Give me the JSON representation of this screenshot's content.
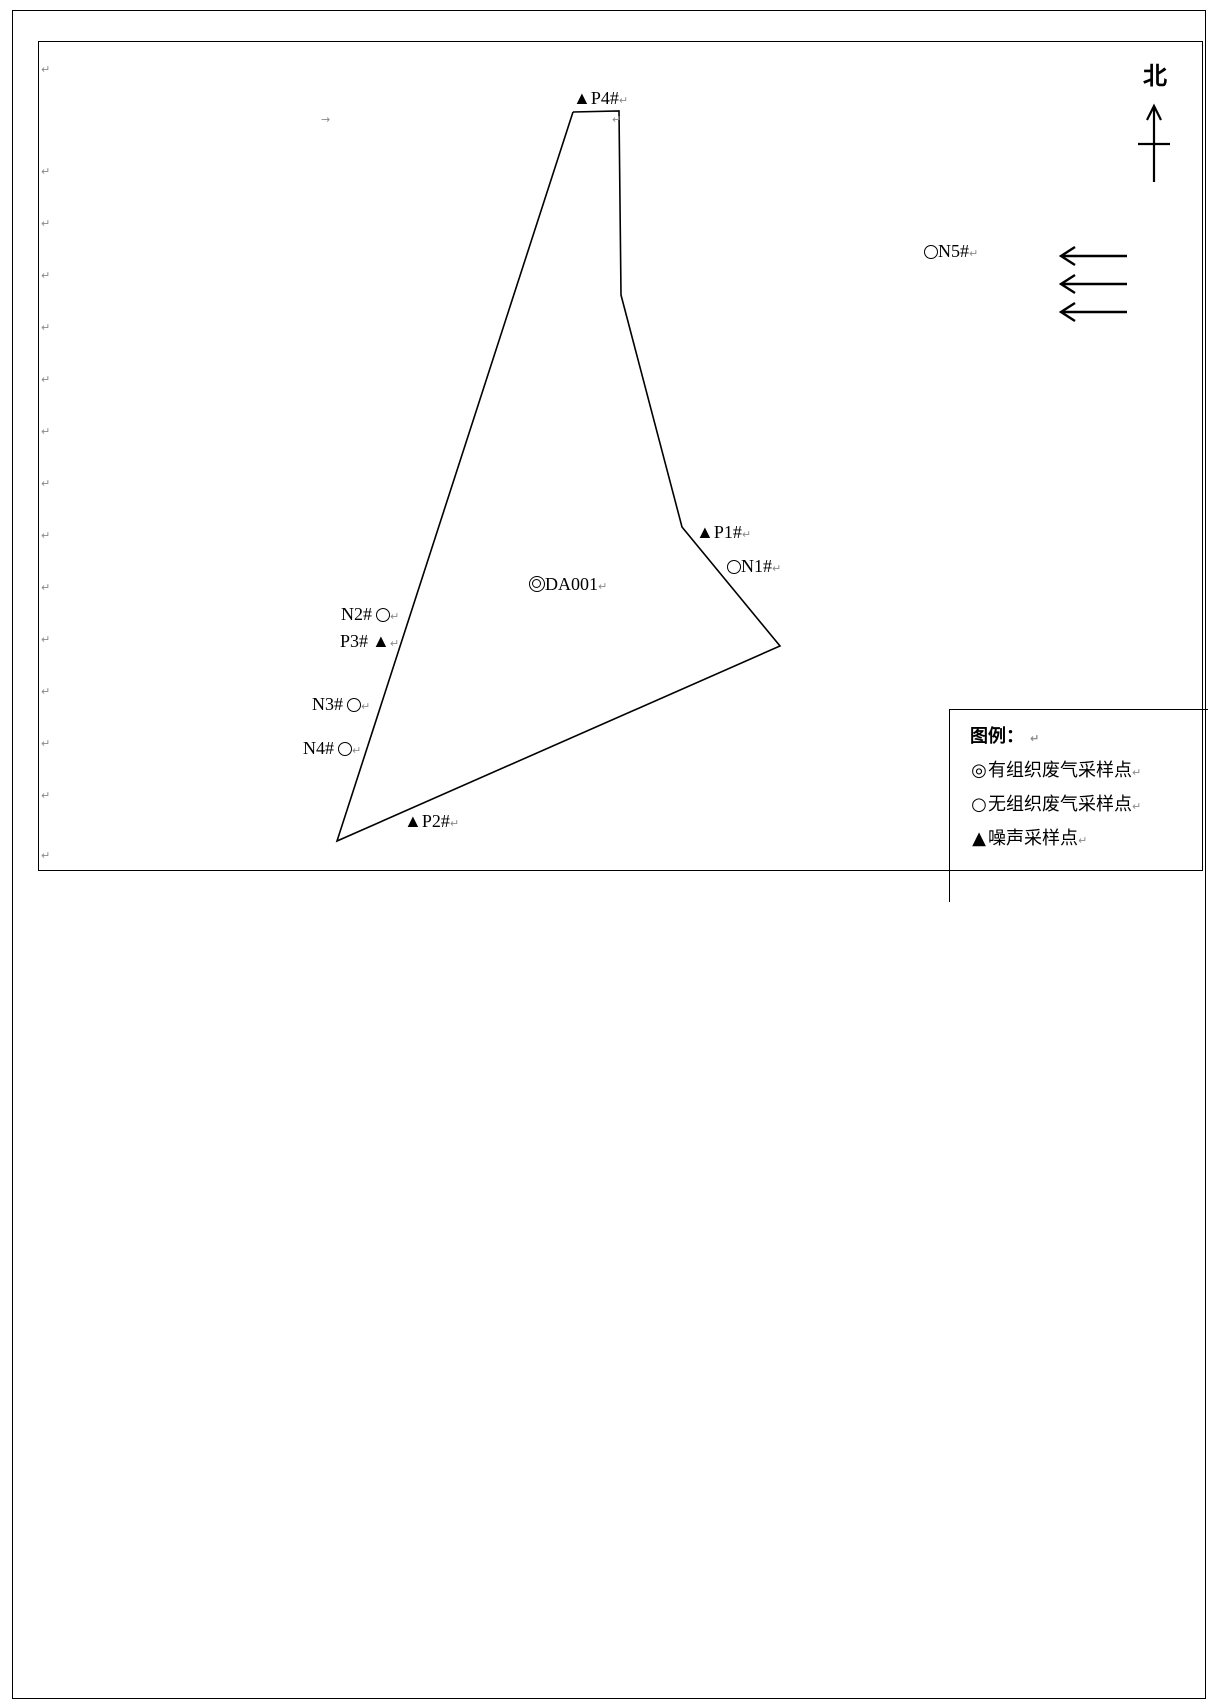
{
  "map": {
    "points": [
      {
        "id": "P4",
        "label": "P4#",
        "symbol": "triangle"
      },
      {
        "id": "P1",
        "label": "P1#",
        "symbol": "triangle"
      },
      {
        "id": "N1",
        "label": "N1#",
        "symbol": "circle"
      },
      {
        "id": "DA001",
        "label": "DA001",
        "symbol": "double-circle"
      },
      {
        "id": "N2",
        "label": "N2#",
        "symbol": "circle"
      },
      {
        "id": "P3",
        "label": "P3#",
        "symbol": "triangle"
      },
      {
        "id": "N3",
        "label": "N3#",
        "symbol": "circle"
      },
      {
        "id": "N4",
        "label": "N4#",
        "symbol": "circle"
      },
      {
        "id": "P2",
        "label": "P2#",
        "symbol": "triangle"
      },
      {
        "id": "N5",
        "label": "N5#",
        "symbol": "circle"
      }
    ],
    "north_label": "北",
    "wind_direction": "west"
  },
  "legend": {
    "title": "图例：",
    "items": [
      {
        "icon": "double-circle-icon",
        "symbol": "◎",
        "label": "有组织废气采样点"
      },
      {
        "icon": "circle-icon",
        "symbol": "○",
        "label": "无组织废气采样点"
      },
      {
        "icon": "triangle-icon",
        "symbol": "▲",
        "label": "噪声采样点"
      }
    ]
  },
  "colors": {
    "line": "#000000",
    "paragraph_mark": "#8a8a8a"
  }
}
